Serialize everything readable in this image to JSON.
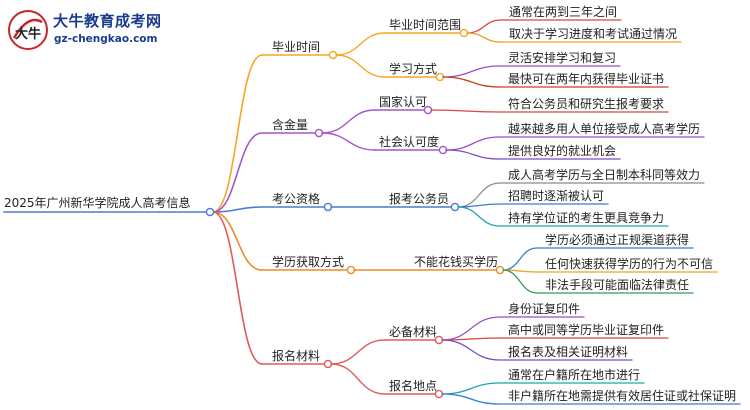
{
  "logo": {
    "title": "大牛教育成考网",
    "url": "gz-chengkao.com",
    "mark_text": "大牛"
  },
  "root": {
    "text": "2025年广州新华学院成人高考信息"
  },
  "colors": {
    "root": "#4a7bd0",
    "branch1": "#f5a623",
    "branch2": "#a257c9",
    "branch3": "#4a7bd0",
    "branch4": "#f08a24",
    "branch5": "#e15a5a",
    "leaf_a": "#d64541",
    "leaf_b": "#f0a020",
    "leaf_c": "#9b4fc4",
    "leaf_d": "#c8401f",
    "leaf_e": "#3a7bd5",
    "leaf_f": "#2e9e57",
    "leaf_g": "#1aa6b0",
    "leaf_h": "#7a4fc4",
    "leaf_i": "#8b8b8b"
  },
  "branches": [
    {
      "text": "毕业时间",
      "subs": [
        {
          "text": "毕业时间范围",
          "leaves": [
            "通常在两到三年之间",
            "取决于学习进度和考试通过情况"
          ]
        },
        {
          "text": "学习方式",
          "leaves": [
            "灵活安排学习和复习",
            "最快可在两年内获得毕业证书"
          ]
        }
      ]
    },
    {
      "text": "含金量",
      "subs": [
        {
          "text": "国家认可",
          "leaves": [
            "符合公务员和研究生报考要求"
          ]
        },
        {
          "text": "社会认可度",
          "leaves": [
            "越来越多用人单位接受成人高考学历",
            "提供良好的就业机会"
          ]
        }
      ]
    },
    {
      "text": "考公资格",
      "subs": [
        {
          "text": "报考公务员",
          "leaves": [
            "成人高考学历与全日制本科同等效力",
            "招聘时逐渐被认可",
            "持有学位证的考生更具竞争力"
          ]
        }
      ]
    },
    {
      "text": "学历获取方式",
      "subs": [
        {
          "text": "不能花钱买学历",
          "leaves": [
            "学历必须通过正规渠道获得",
            "任何快速获得学历的行为不可信",
            "非法手段可能面临法律责任"
          ]
        }
      ]
    },
    {
      "text": "报名材料",
      "subs": [
        {
          "text": "必备材料",
          "leaves": [
            "身份证复印件",
            "高中或同等学历毕业证复印件",
            "报名表及相关证明材料"
          ]
        },
        {
          "text": "报名地点",
          "leaves": [
            "通常在户籍所在地市进行",
            "非户籍所在地需提供有效居住证或社保证明"
          ]
        }
      ]
    }
  ]
}
